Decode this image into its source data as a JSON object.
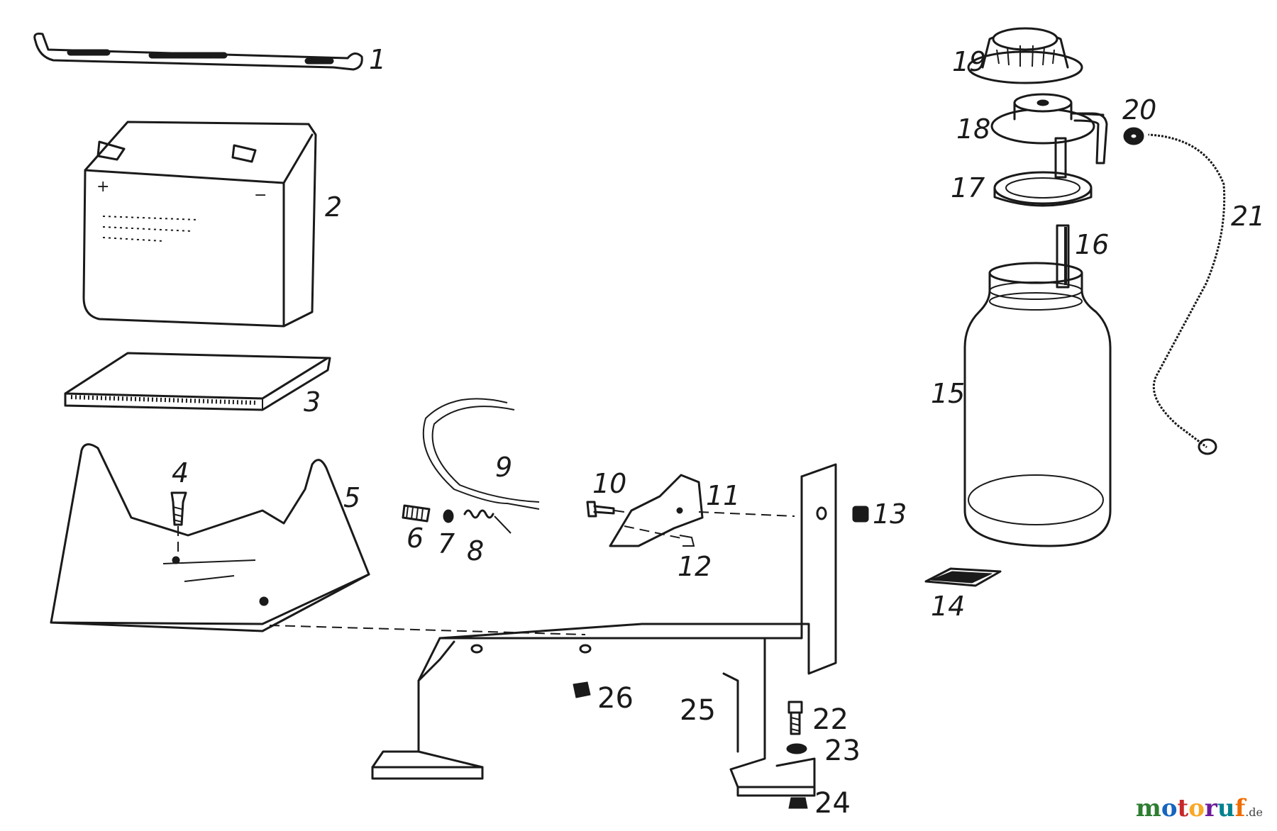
{
  "callouts": [
    {
      "id": "label-1",
      "text": "1"
    },
    {
      "id": "label-2",
      "text": "2"
    },
    {
      "id": "label-3",
      "text": "3"
    },
    {
      "id": "label-4",
      "text": "4"
    },
    {
      "id": "label-5",
      "text": "5"
    },
    {
      "id": "label-6",
      "text": "6"
    },
    {
      "id": "label-7",
      "text": "7"
    },
    {
      "id": "label-8",
      "text": "8"
    },
    {
      "id": "label-9",
      "text": "9"
    },
    {
      "id": "label-10",
      "text": "10"
    },
    {
      "id": "label-11",
      "text": "11"
    },
    {
      "id": "label-12",
      "text": "12"
    },
    {
      "id": "label-13",
      "text": "13"
    },
    {
      "id": "label-14",
      "text": "14"
    },
    {
      "id": "label-15",
      "text": "15"
    },
    {
      "id": "label-16",
      "text": "16"
    },
    {
      "id": "label-17",
      "text": "17"
    },
    {
      "id": "label-18",
      "text": "18"
    },
    {
      "id": "label-19",
      "text": "19"
    },
    {
      "id": "label-20",
      "text": "20"
    },
    {
      "id": "label-21",
      "text": "21"
    },
    {
      "id": "label-22",
      "text": "22"
    },
    {
      "id": "label-23",
      "text": "23"
    },
    {
      "id": "label-24",
      "text": "24"
    },
    {
      "id": "label-25",
      "text": "25"
    },
    {
      "id": "label-26",
      "text": "26"
    }
  ],
  "battery": {
    "plus": "+",
    "minus": "−"
  },
  "watermark": {
    "brand_main": "motoruf",
    "brand_suffix": ".de",
    "colors": [
      "#2e7d32",
      "#1565c0",
      "#c62828",
      "#f9a825",
      "#6a1b9a",
      "#00838f",
      "#ef6c00"
    ]
  }
}
